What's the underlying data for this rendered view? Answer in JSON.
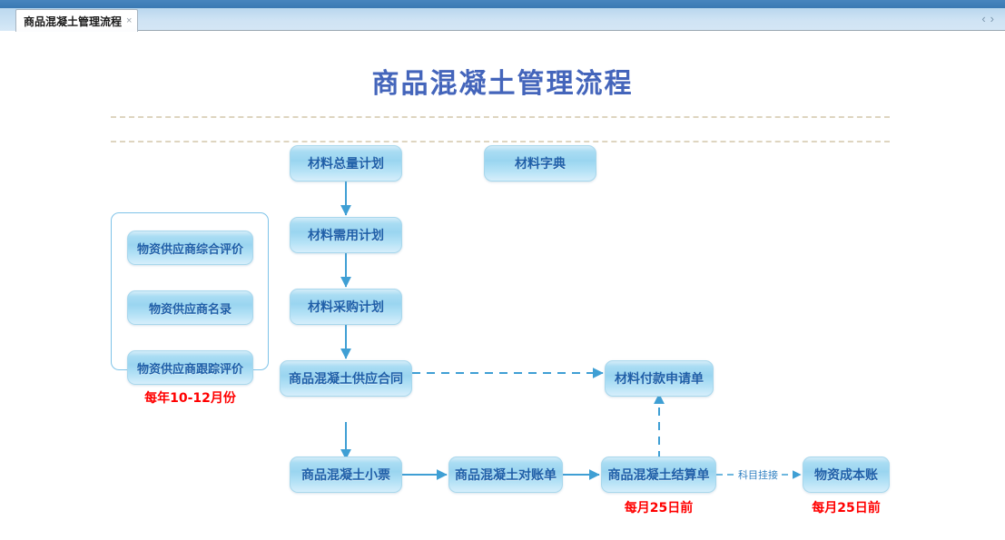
{
  "chrome": {
    "tab_title": "商品混凝土管理流程",
    "close_icon": "×",
    "nav_prev": "‹",
    "nav_next": "›"
  },
  "diagram": {
    "title": "商品混凝土管理流程",
    "nodes": {
      "material_total_plan": "材料总量计划",
      "material_dictionary": "材料字典",
      "material_demand_plan": "材料需用计划",
      "material_purchase_plan": "材料采购计划",
      "concrete_supply_contract": "商品混凝土供应合同",
      "material_payment_request": "材料付款申请单",
      "concrete_ticket": "商品混凝土小票",
      "concrete_reconciliation": "商品混凝土对账单",
      "concrete_settlement": "商品混凝土结算单",
      "material_cost_ledger": "物资成本账",
      "supplier_overall_eval": "物资供应商综合评价",
      "supplier_directory": "物资供应商名录",
      "supplier_tracking_eval": "物资供应商跟踪评价"
    },
    "notes": {
      "supplier_period": "每年10-12月份",
      "settlement_deadline": "每月25日前",
      "cost_ledger_deadline": "每月25日前"
    },
    "edge_labels": {
      "account_mapping": "科目挂接"
    },
    "colors": {
      "title": "#4465bb",
      "node_text": "#1f5fa8",
      "node_fill": "#9ad5f0",
      "connector": "#3f9fd4",
      "note": "#ff0000",
      "rule": "#ded5c0"
    }
  }
}
